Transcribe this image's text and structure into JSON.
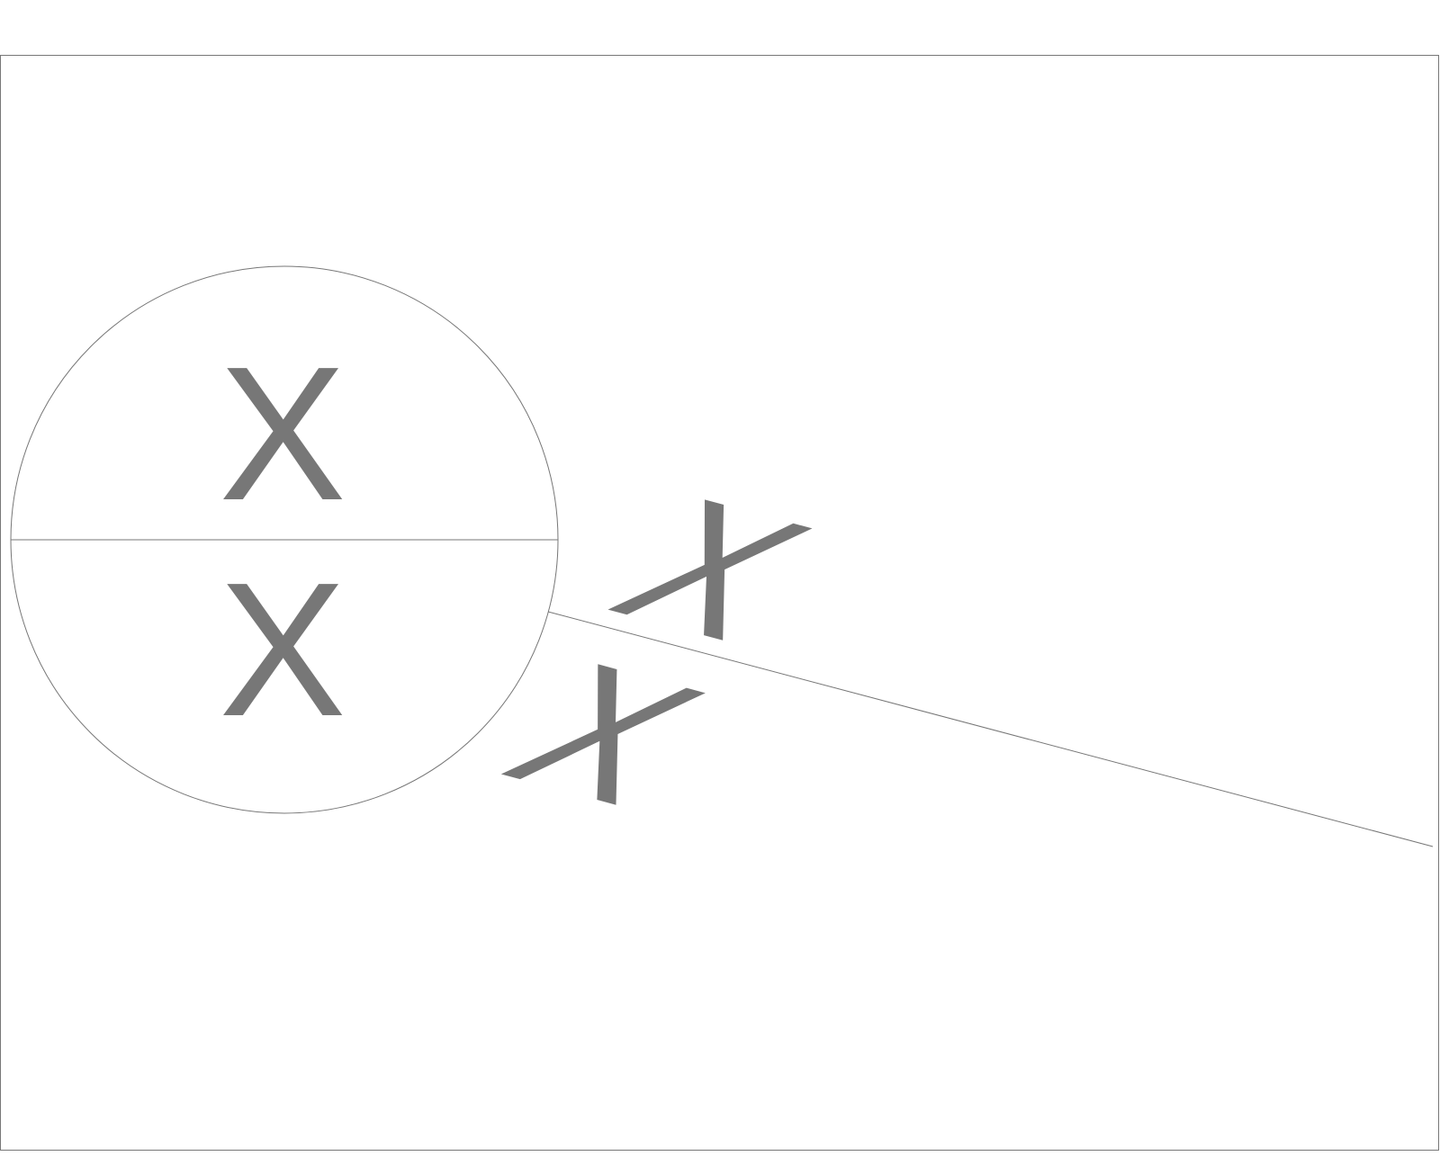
{
  "colors": {
    "background": "#ffffff",
    "stroke": "#777777",
    "letter": "#777777"
  },
  "circle_symbol": {
    "top_letter": "X",
    "bottom_letter": "X"
  },
  "skewed_symbol": {
    "top_letter": "X",
    "bottom_letter": "X"
  }
}
